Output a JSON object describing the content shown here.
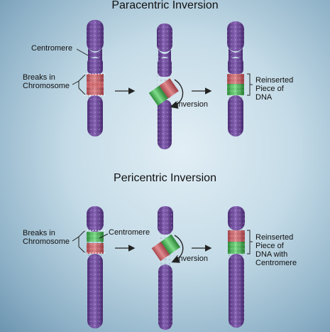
{
  "paracentric": {
    "title": "Paracentric Inversion",
    "centromere": "Centromere",
    "breaks": [
      "Breaks in",
      "Chromosome"
    ],
    "inversion": "inversion",
    "reinserted": [
      "Reinserted",
      "Piece of",
      "DNA"
    ]
  },
  "pericentric": {
    "title": "Pericentric Inversion",
    "breaks": [
      "Breaks in",
      "Chromosome"
    ],
    "centromere": "Centromere",
    "inversion": "inversion",
    "reinserted": [
      "Reinserted",
      "Piece of",
      "DNA with",
      "Centromere"
    ]
  },
  "colors": {
    "chromosome": "#7a55a8",
    "chromosome_dark": "#4e2f78",
    "segment_red": "#d46a70",
    "segment_green": "#4fbf5f",
    "arrow": "#222222"
  }
}
